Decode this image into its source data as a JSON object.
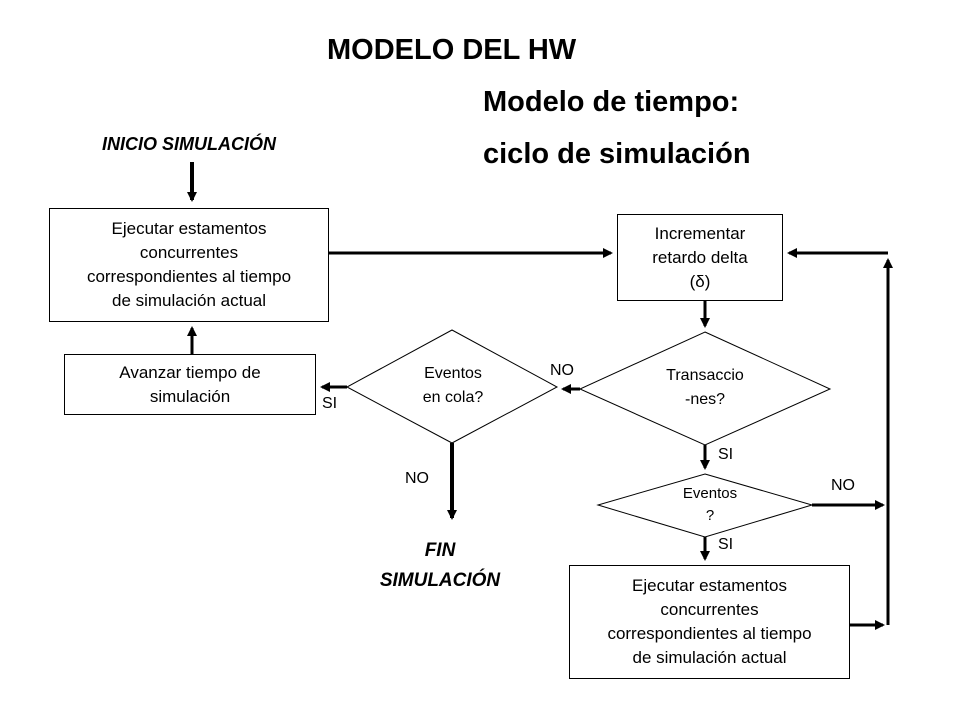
{
  "title": "MODELO DEL HW",
  "subtitle_line1": "Modelo de tiempo:",
  "subtitle_line2": "ciclo de simulación",
  "start_label": "INICIO SIMULACIÓN",
  "end_label": "FIN\nSIMULACIÓN",
  "boxes": {
    "exec_top": "Ejecutar estamentos\nconcurrentes\ncorrespondientes al tiempo\nde simulación actual",
    "advance": "Avanzar tiempo de\nsimulación",
    "increment": "Incrementar\nretardo delta\n(δ)",
    "exec_bottom": "Ejecutar estamentos\nconcurrentes\ncorrespondientes al tiempo\nde simulación actual"
  },
  "decisions": {
    "queue": "Eventos\nen cola?",
    "transactions": "Transaccio\n-nes?",
    "events": "Eventos\n?"
  },
  "edge_labels": {
    "queue_yes": "SI",
    "queue_no": "NO",
    "trans_no": "NO",
    "trans_yes": "SI",
    "events_no": "NO",
    "events_yes": "SI"
  }
}
